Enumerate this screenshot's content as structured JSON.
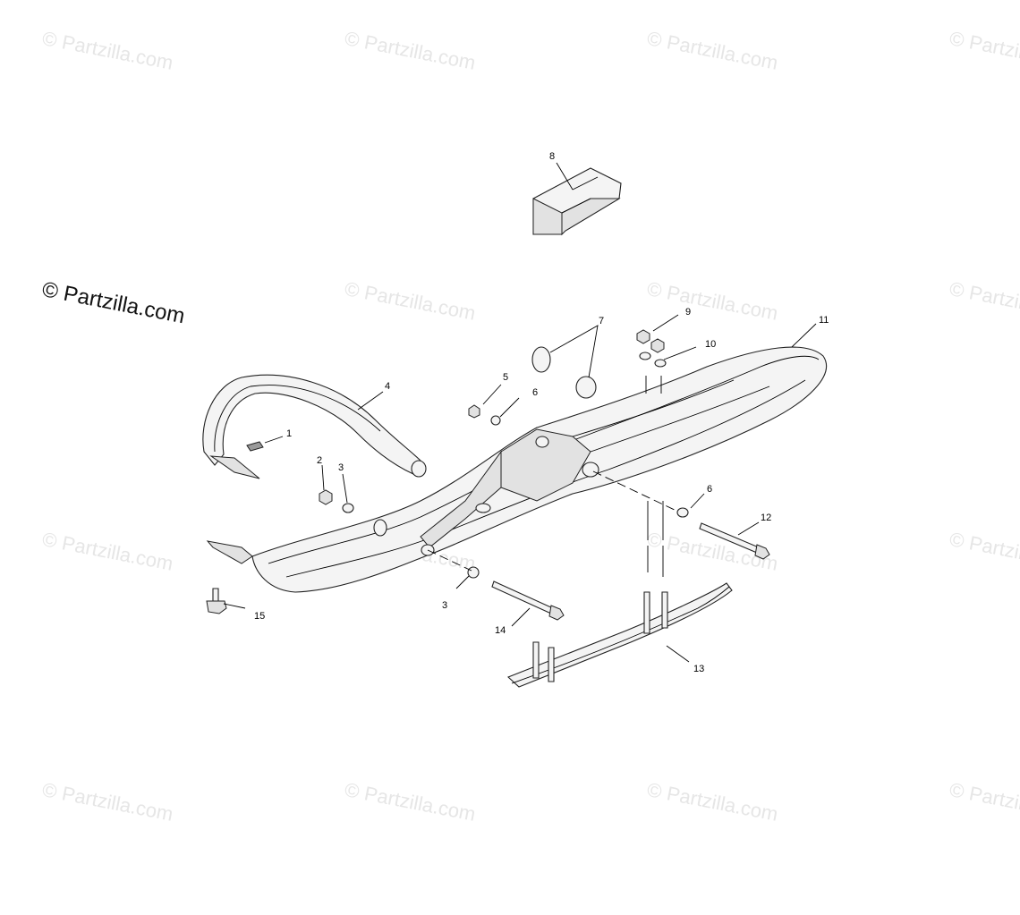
{
  "watermark": {
    "text": "© Partzilla.com"
  },
  "callouts": {
    "c1": "1",
    "c2": "2",
    "c3a": "3",
    "c3b": "3",
    "c4": "4",
    "c5": "5",
    "c6a": "6",
    "c6b": "6",
    "c7": "7",
    "c8": "8",
    "c9": "9",
    "c10": "10",
    "c11": "11",
    "c12": "12",
    "c13": "13",
    "c14": "14",
    "c15": "15"
  }
}
